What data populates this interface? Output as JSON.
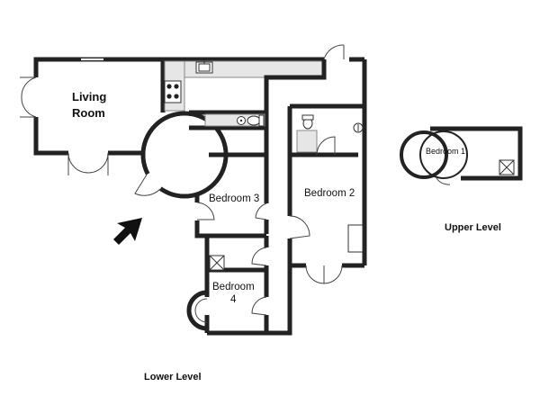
{
  "labels": {
    "living_room_line1": "Living",
    "living_room_line2": "Room",
    "bedroom_3": "Bedroom 3",
    "bedroom_2": "Bedroom 2",
    "bedroom_4_line1": "Bedroom",
    "bedroom_4_line2": "4",
    "bedroom_1": "Bedroom 1",
    "upper_level": "Upper Level",
    "lower_level": "Lower Level"
  },
  "icons": {
    "entrance": "entrance-arrow-icon",
    "stove": "stove-icon",
    "sink": "sink-icon",
    "toilet": "toilet-icon",
    "closet": "closet-box-icon"
  },
  "colors": {
    "walls": "#222222",
    "counter": "#e6e6e6"
  }
}
